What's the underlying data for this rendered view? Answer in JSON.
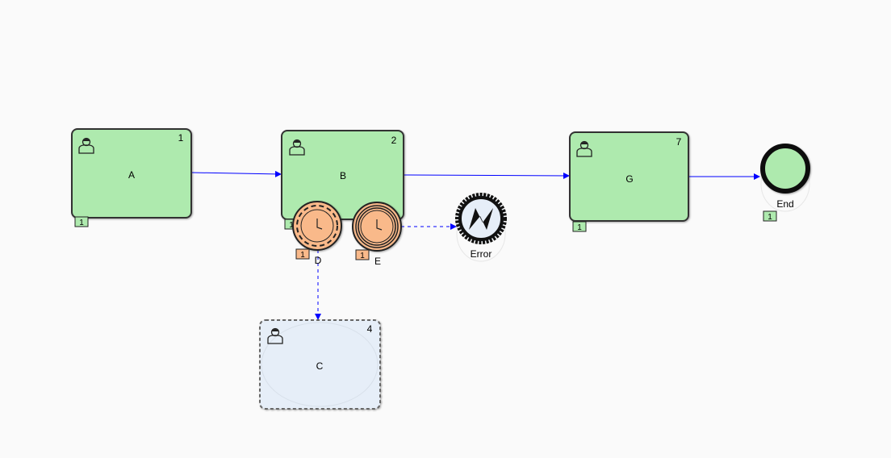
{
  "colors": {
    "task": "#aeeaae",
    "timer": "#f9b98a",
    "subtle": "#e6eef8",
    "edge": "#0000ff"
  },
  "tasks": [
    {
      "id": "A",
      "label": "A",
      "number": "1",
      "badge": "1"
    },
    {
      "id": "B",
      "label": "B",
      "number": "2",
      "badge": "1"
    },
    {
      "id": "G",
      "label": "G",
      "number": "7",
      "badge": "1"
    },
    {
      "id": "C",
      "label": "C",
      "number": "4"
    }
  ],
  "events": {
    "D": {
      "label": "D",
      "badge": "1",
      "icon": "timer-icon"
    },
    "E": {
      "label": "E",
      "badge": "1",
      "icon": "timer-icon"
    },
    "Error": {
      "label": "Error",
      "icon": "error-icon"
    },
    "End": {
      "label": "End",
      "badge": "1"
    }
  }
}
